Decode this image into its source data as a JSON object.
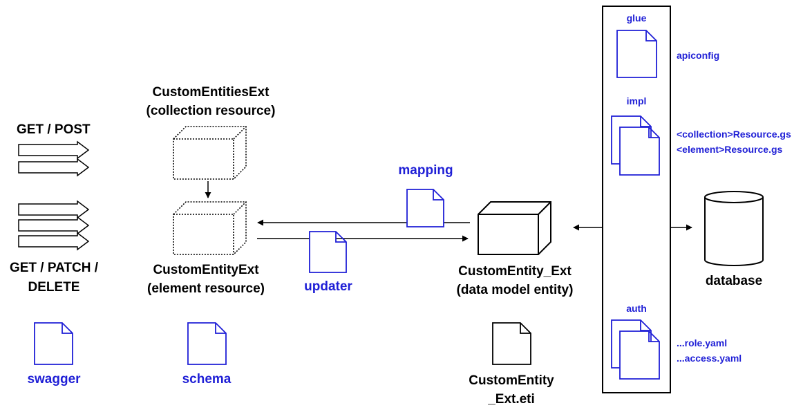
{
  "labels": {
    "get_post": "GET / POST",
    "get_patch_delete_1": "GET / PATCH /",
    "get_patch_delete_2": "DELETE",
    "swagger": "swagger",
    "collection_name": "CustomEntitiesExt",
    "collection_desc": "(collection resource)",
    "element_name": "CustomEntityExt",
    "element_desc": "(element resource)",
    "schema": "schema",
    "mapping": "mapping",
    "updater": "updater",
    "entity_name": "CustomEntity_Ext",
    "entity_desc": "(data model entity)",
    "eti_1": "CustomEntity",
    "eti_2": "_Ext.eti",
    "glue": "glue",
    "apiconfig": "apiconfig",
    "impl": "impl",
    "collection_resource_file": "<collection>Resource.gs",
    "element_resource_file": "<element>Resource.gs",
    "auth": "auth",
    "role_file": "...role.yaml",
    "access_file": "...access.yaml",
    "database": "database"
  },
  "colors": {
    "accent_blue": "#1f1fd6",
    "black": "#000000"
  }
}
